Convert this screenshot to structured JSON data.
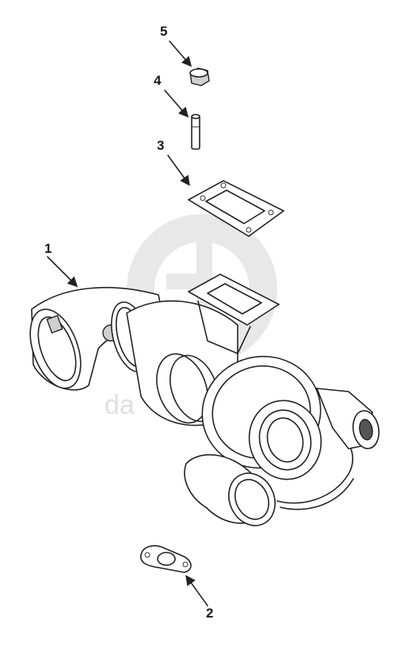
{
  "callouts": [
    {
      "id": "1",
      "label": "1"
    },
    {
      "id": "2",
      "label": "2"
    },
    {
      "id": "3",
      "label": "3"
    },
    {
      "id": "4",
      "label": "4"
    },
    {
      "id": "5",
      "label": "5"
    }
  ],
  "watermark": {
    "text": "da"
  },
  "colors": {
    "line": "#222222",
    "watermark": "#d9d9d9",
    "background": "#ffffff"
  }
}
